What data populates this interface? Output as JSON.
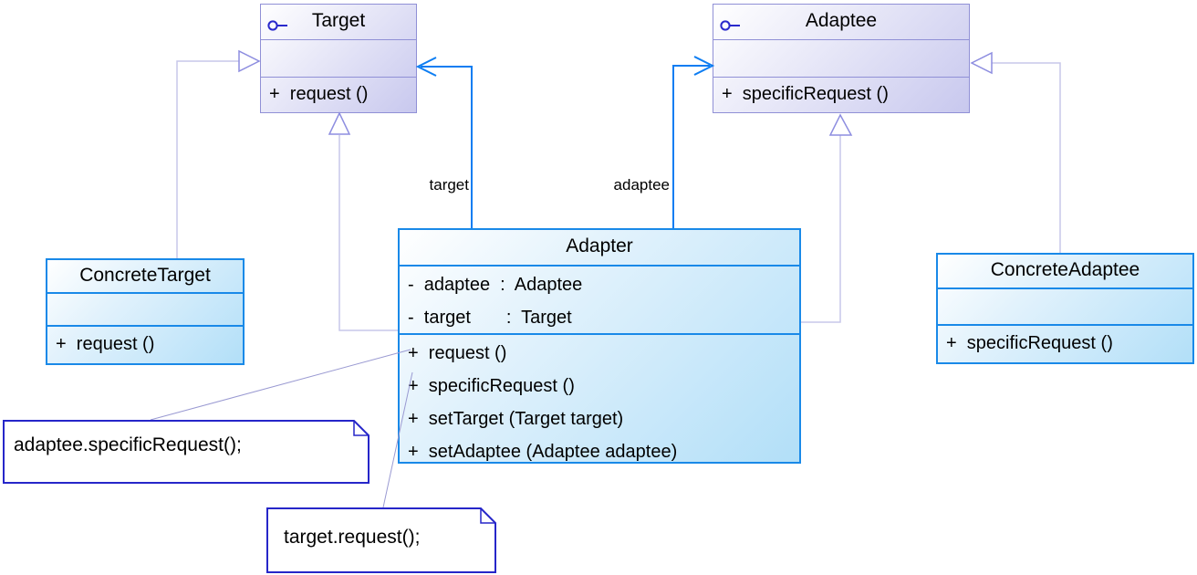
{
  "diagram": {
    "kind": "uml-class-diagram",
    "pattern": "Adapter"
  },
  "colors": {
    "interface_border": "#9090d6",
    "interface_fill_end": "#c8c8ee",
    "class_border": "#1989e8",
    "class_fill_end": "#b2dff8",
    "association_line": "#0d7df2",
    "generalization_line": "#c7c7ea",
    "generalization_triangle": "#8d8de0",
    "note_border": "#2626c9",
    "note_connector": "#9a9ad2",
    "lollipop_icon": "#2929cc"
  },
  "classes": {
    "target": {
      "title": "Target",
      "attributes": [],
      "methods": [
        "+  request ()"
      ]
    },
    "adaptee": {
      "title": "Adaptee",
      "attributes": [],
      "methods": [
        "+  specificRequest ()"
      ]
    },
    "adapter": {
      "title": "Adapter",
      "attributes": [
        "-  adaptee  :  Adaptee",
        "-  target       :  Target"
      ],
      "methods": [
        "+  request ()",
        "+  specificRequest ()",
        "+  setTarget (Target target)",
        "+  setAdaptee (Adaptee adaptee)"
      ]
    },
    "concrete_target": {
      "title": "ConcreteTarget",
      "attributes": [],
      "methods": [
        "+  request ()"
      ]
    },
    "concrete_adaptee": {
      "title": "ConcreteAdaptee",
      "attributes": [],
      "methods": [
        "+  specificRequest ()"
      ]
    }
  },
  "edge_labels": {
    "target_association": "target",
    "adaptee_association": "adaptee"
  },
  "notes": {
    "adaptee_call": "adaptee.specificRequest();",
    "target_call": "target.request();"
  }
}
